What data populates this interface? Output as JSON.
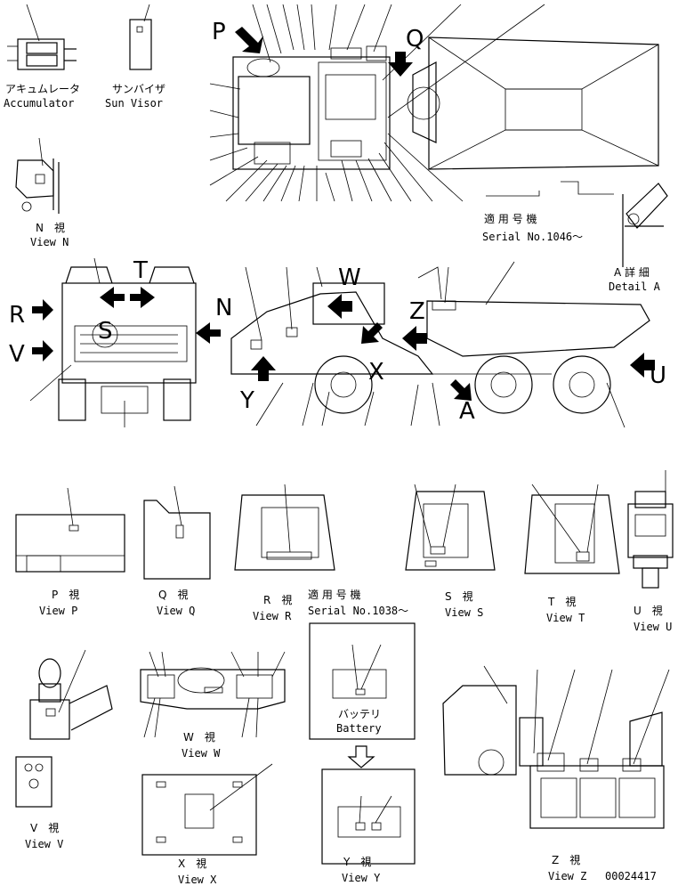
{
  "labels": {
    "accumulator_jp": "アキュムレータ",
    "accumulator_en": "Accumulator",
    "sun_visor_jp": "サンバイザ",
    "sun_visor_en": "Sun Visor",
    "view_n_jp": "N　視",
    "view_n_en": "View N",
    "serial_1046_jp": "適 用 号 機",
    "serial_1046_en": "Serial No.1046～",
    "detail_a_jp": "A 詳 細",
    "detail_a_en": "Detail A",
    "view_p_jp": "P　視",
    "view_p_en": "View P",
    "view_q_jp": "Q　視",
    "view_q_en": "View Q",
    "view_r_jp": "R　視",
    "view_r_en": "View R",
    "serial_1038_jp": "適 用 号 機",
    "serial_1038_en": "Serial No.1038～",
    "view_s_jp": "S　視",
    "view_s_en": "View S",
    "view_t_jp": "T　視",
    "view_t_en": "View T",
    "view_u_jp": "U　視",
    "view_u_en": "View U",
    "view_w_jp": "W　視",
    "view_w_en": "View W",
    "battery_jp": "バッテリ",
    "battery_en": "Battery",
    "view_v_jp": "V　視",
    "view_v_en": "View V",
    "view_x_jp": "X　視",
    "view_x_en": "View X",
    "view_y_jp": "Y　視",
    "view_y_en": "View Y",
    "view_z_jp": "Z　視",
    "view_z_en": "View Z",
    "drawing_no": "00024417"
  },
  "view_letters": {
    "p": "P",
    "q": "Q",
    "r": "R",
    "v": "V",
    "t": "T",
    "n": "N",
    "s": "S",
    "y": "Y",
    "w": "W",
    "x": "X",
    "z": "Z",
    "a": "A",
    "u": "U"
  }
}
